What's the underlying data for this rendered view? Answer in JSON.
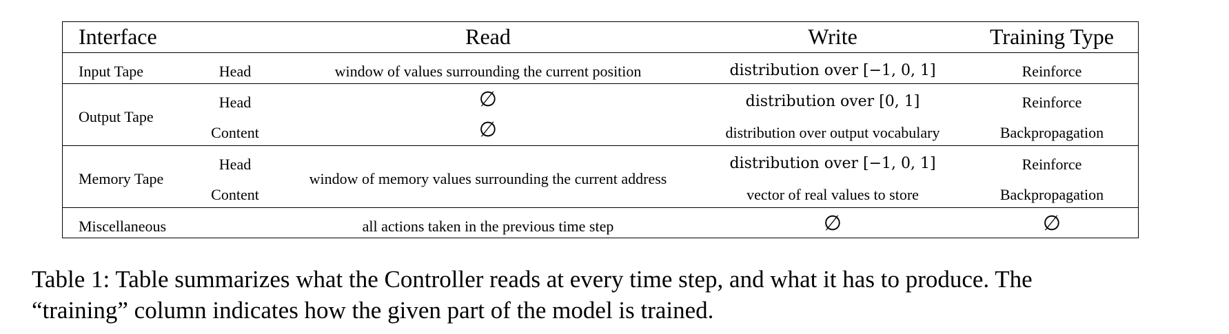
{
  "table": {
    "headers": {
      "interface": "Interface",
      "read": "Read",
      "write": "Write",
      "training": "Training Type"
    },
    "rows": {
      "input_tape": {
        "interface": "Input Tape",
        "head_label": "Head",
        "read": "window of values surrounding the current position",
        "write": "distribution over [−1, 0, 1]",
        "training": "Reinforce"
      },
      "output_tape": {
        "interface": "Output Tape",
        "head_label": "Head",
        "content_label": "Content",
        "head_read": "∅",
        "content_read": "∅",
        "head_write": "distribution over [0, 1]",
        "content_write": "distribution over output vocabulary",
        "head_training": "Reinforce",
        "content_training": "Backpropagation"
      },
      "memory_tape": {
        "interface": "Memory Tape",
        "head_label": "Head",
        "content_label": "Content",
        "read": "window of memory values surrounding the current address",
        "head_write": "distribution over [−1, 0, 1]",
        "content_write": "vector of real values to store",
        "head_training": "Reinforce",
        "content_training": "Backpropagation"
      },
      "misc": {
        "interface": "Miscellaneous",
        "read": "all actions taken in the previous time step",
        "write": "∅",
        "training": "∅"
      }
    }
  },
  "caption": {
    "line1": "Table 1: Table summarizes what the Controller reads at every time step, and what it has to produce. The",
    "line2": "“training” column indicates how the given part of the model is trained."
  }
}
